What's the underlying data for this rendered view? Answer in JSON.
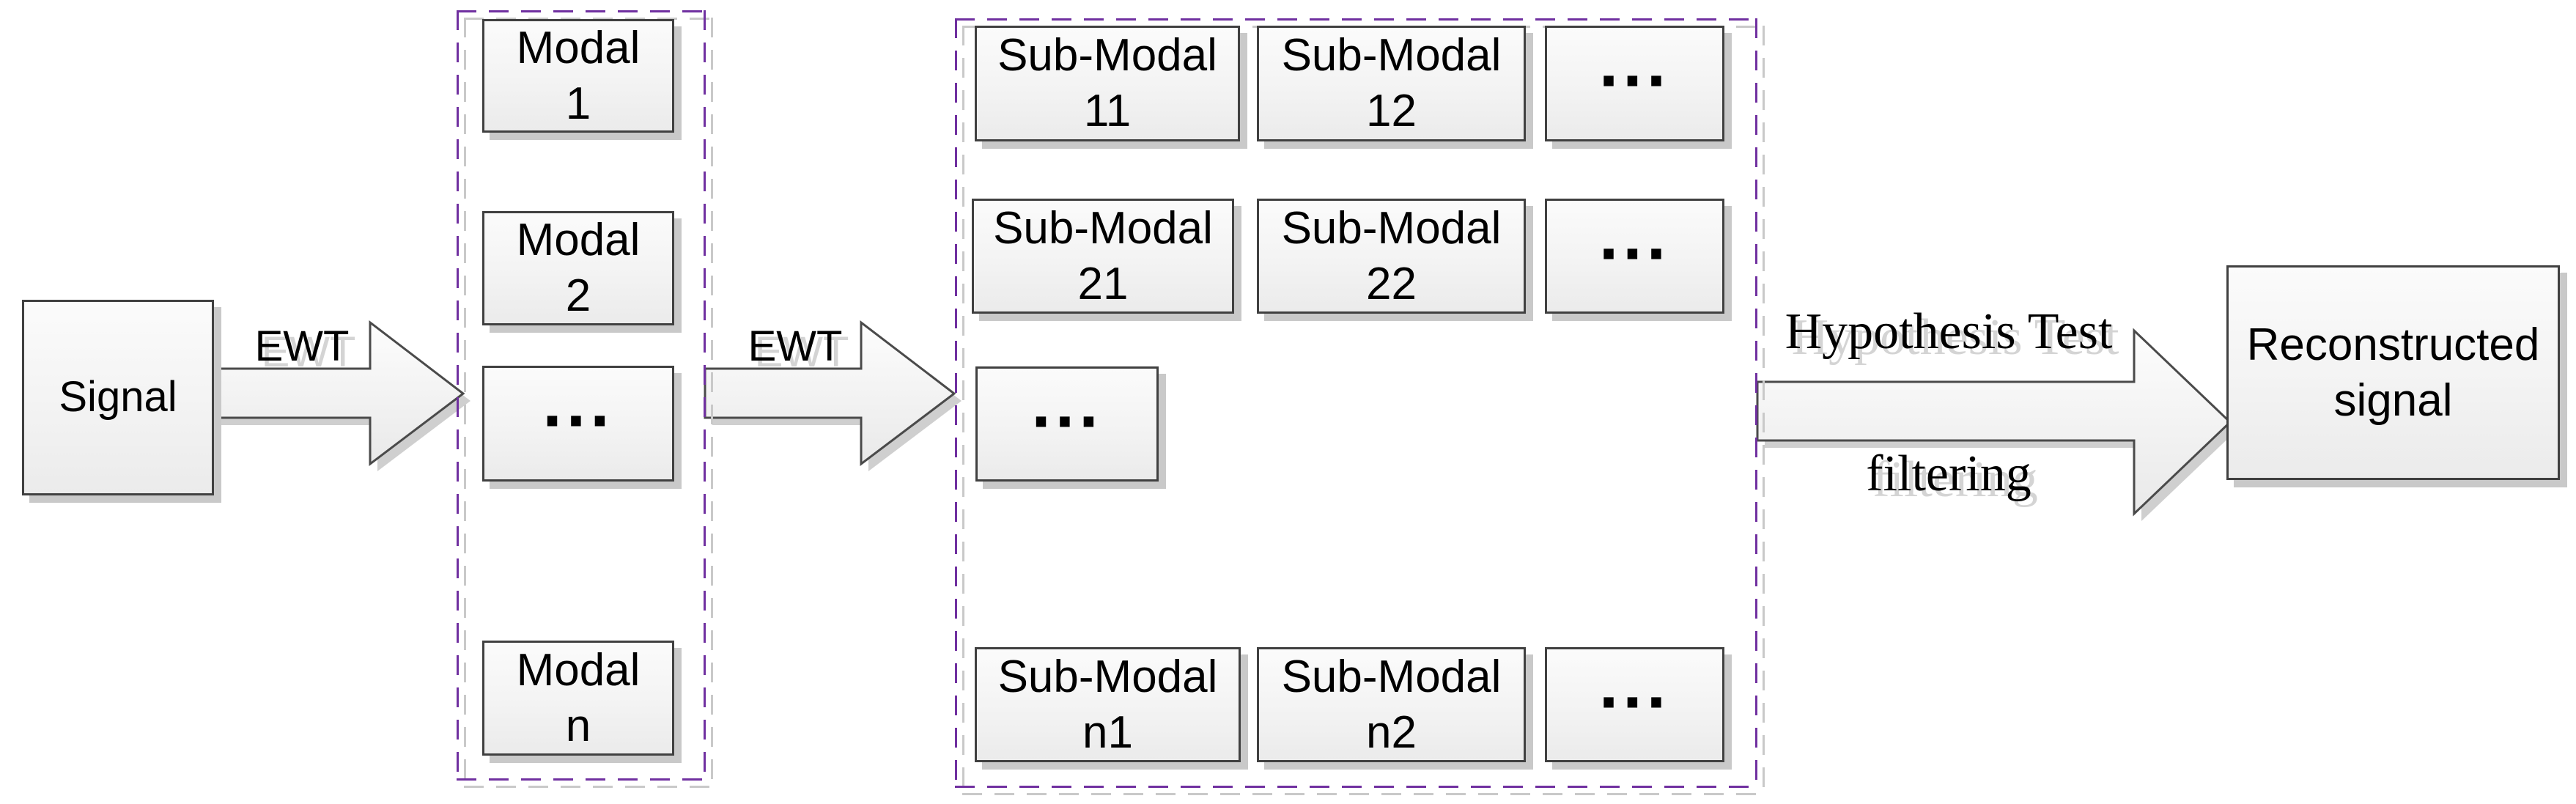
{
  "colors": {
    "dash_purple": "#7030a0",
    "dash_shadow": "#c9c9c9",
    "box_border": "#404040",
    "box_shadow": "#c9c9c9",
    "box_fill_top": "#fbfbfb",
    "box_fill_bottom": "#ebebeb",
    "arrow_border": "#4a4a4a",
    "label_shadow": "#d4d4d4",
    "text": "#000000"
  },
  "signal": {
    "label": "Signal"
  },
  "ewt_arrow_1": {
    "label": "EWT"
  },
  "ewt_arrow_2": {
    "label": "EWT"
  },
  "hypothesis_arrow": {
    "label_top": "Hypothesis Test",
    "label_bottom": "filtering"
  },
  "modal_group": {
    "boxes": [
      {
        "line1": "Modal",
        "line2": "1"
      },
      {
        "line1": "Modal",
        "line2": "2"
      },
      {
        "label": "..."
      },
      {
        "line1": "Modal",
        "line2": "n"
      }
    ]
  },
  "submodal_group": {
    "rows": [
      {
        "boxes": [
          {
            "line1": "Sub-Modal",
            "line2": "11"
          },
          {
            "line1": "Sub-Modal",
            "line2": "12"
          },
          {
            "label": "..."
          }
        ]
      },
      {
        "boxes": [
          {
            "line1": "Sub-Modal",
            "line2": "21"
          },
          {
            "line1": "Sub-Modal",
            "line2": "22"
          },
          {
            "label": "..."
          }
        ]
      },
      {
        "boxes": [
          {
            "label": "..."
          }
        ]
      },
      {
        "boxes": [
          {
            "line1": "Sub-Modal",
            "line2": "n1"
          },
          {
            "line1": "Sub-Modal",
            "line2": "n2"
          },
          {
            "label": "..."
          }
        ]
      }
    ]
  },
  "reconstructed": {
    "line1": "Reconstructed",
    "line2": "signal"
  }
}
